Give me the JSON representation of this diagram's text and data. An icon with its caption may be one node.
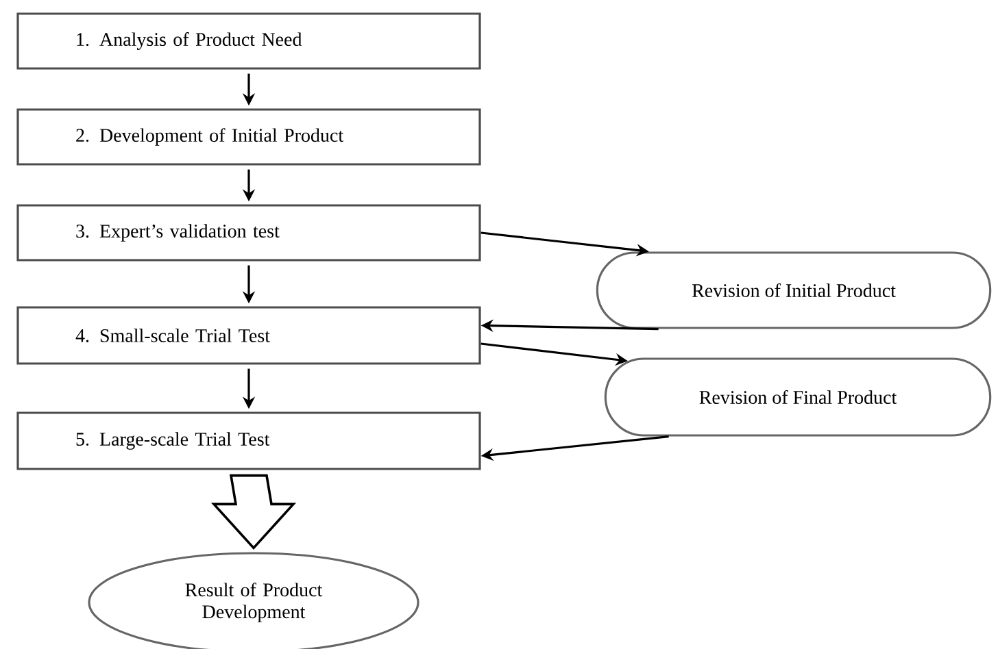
{
  "diagram": {
    "nodes": [
      {
        "text": [
          "1. Analysis of Product Need"
        ]
      },
      {
        "text": [
          "2. Development of Initial Product"
        ]
      },
      {
        "text": [
          "3. Expert’s validation test"
        ]
      },
      {
        "text": [
          "4. Small-scale Trial Test"
        ]
      },
      {
        "text": [
          "5. Large-scale Trial Test"
        ]
      },
      {
        "text": [
          "Revision of Initial Product"
        ]
      },
      {
        "text": [
          "Revision of Final Product"
        ]
      },
      {
        "text": [
          "Result of Product Development"
        ]
      }
    ],
    "edges": [
      {
        "from": 0,
        "to": 1,
        "arrow": "to"
      },
      {
        "from": 1,
        "to": 2,
        "arrow": "to"
      },
      {
        "from": 2,
        "to": 3,
        "arrow": "to"
      },
      {
        "from": 2,
        "to": 5,
        "arrow": "to"
      },
      {
        "from": 5,
        "to": 3,
        "arrow": "to"
      },
      {
        "from": 3,
        "to": 4,
        "arrow": "to"
      },
      {
        "from": 3,
        "to": 6,
        "arrow": "to"
      },
      {
        "from": 6,
        "to": 4,
        "arrow": "to"
      },
      {
        "from": 4,
        "to": 7,
        "arrow": "to",
        "style": "thick"
      }
    ]
  }
}
